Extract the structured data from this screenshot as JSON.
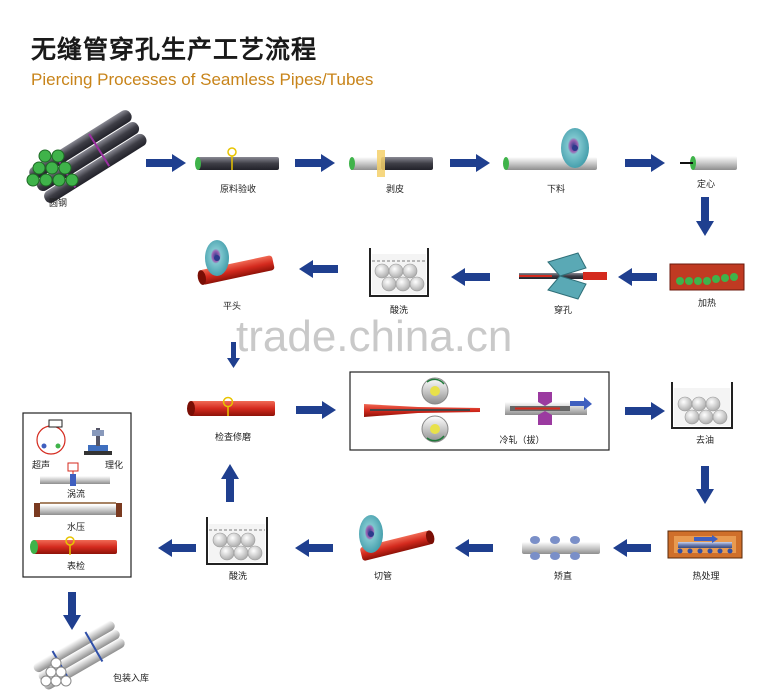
{
  "header": {
    "title": "无缝管穿孔生产工艺流程",
    "subtitle": "Piercing Processes of Seamless Pipes/Tubes"
  },
  "steps": {
    "round_steel": "圆钢",
    "raw_inspection": "原料验收",
    "peeling": "剥皮",
    "blanking": "下料",
    "centering": "定心",
    "heating": "加热",
    "piercing": "穿孔",
    "pickling_1": "酸洗",
    "flat_head": "平头",
    "inspect_repair": "检查修磨",
    "cold_rolling": "冷轧（拔）",
    "degreasing": "去油",
    "heat_treatment": "热处理",
    "straightening": "矫直",
    "cutting": "切管",
    "pickling_2": "酸洗",
    "packing": "包装入库"
  },
  "inspection_box": {
    "ultrasonic": "超声",
    "physchem": "理化",
    "eddy_current": "涡流",
    "hydrostatic": "水压",
    "surface_check": "表检"
  },
  "watermark": "trade.china.cn",
  "colors": {
    "arrow": "#1f3f8f",
    "pipe_red": "#d42a1e",
    "pipe_green": "#3fb34a",
    "pipe_dark": "#4a4a52",
    "subtitle": "#c8841a",
    "blade": "#5aa9b5"
  }
}
